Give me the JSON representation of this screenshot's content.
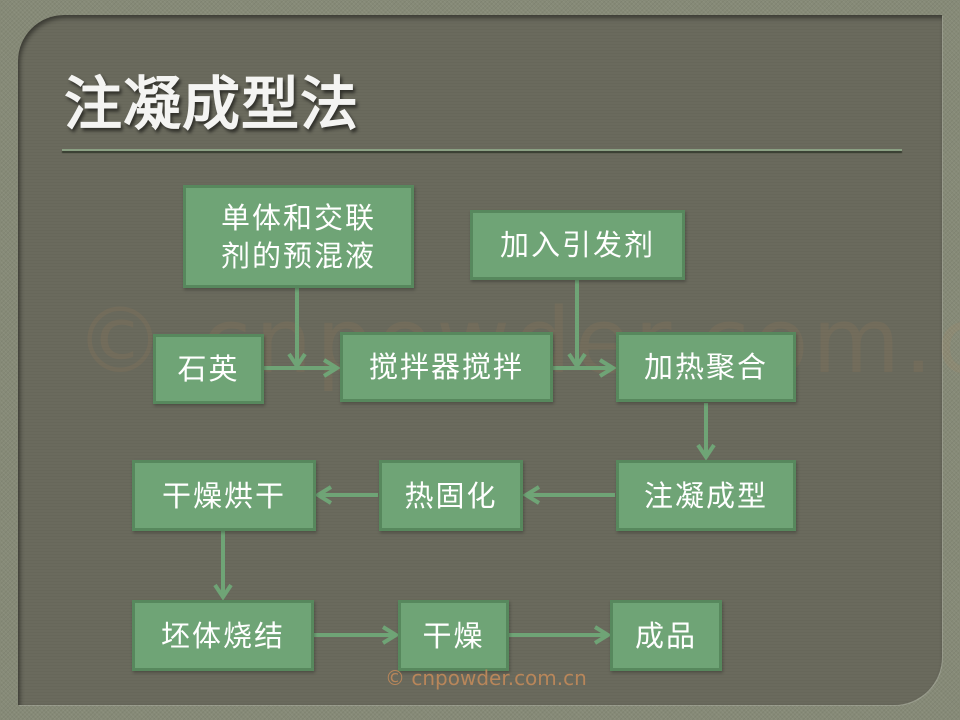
{
  "slide": {
    "title": "注凝成型法",
    "watermark_large": "© cnpowder.com.cn",
    "watermark_small": "© cnpowder.com.cn"
  },
  "colors": {
    "background": "#868a77",
    "panel": "#6a6a5d",
    "box_fill": "#6fa476",
    "box_border": "#57885d",
    "arrow": "#6fa476",
    "watermark": "#b8865a",
    "title_text": "#f4f4f2"
  },
  "flowchart": {
    "nodes": {
      "premix": {
        "label_line1": "单体和交联",
        "label_line2": "剂的预混液"
      },
      "initiator": {
        "label": "加入引发剂"
      },
      "quartz": {
        "label": "石英"
      },
      "stirring": {
        "label": "搅拌器搅拌"
      },
      "heat_polymerization": {
        "label": "加热聚合"
      },
      "gelcasting": {
        "label": "注凝成型"
      },
      "thermal_curing": {
        "label": "热固化"
      },
      "drying_baking": {
        "label": "干燥烘干"
      },
      "green_sintering": {
        "label": "坯体烧结"
      },
      "drying": {
        "label": "干燥"
      },
      "product": {
        "label": "成品"
      }
    },
    "edges": [
      {
        "from": "premix",
        "to": "stirring"
      },
      {
        "from": "quartz",
        "to": "stirring"
      },
      {
        "from": "stirring",
        "to": "heat_polymerization"
      },
      {
        "from": "initiator",
        "to": "heat_polymerization"
      },
      {
        "from": "heat_polymerization",
        "to": "gelcasting"
      },
      {
        "from": "gelcasting",
        "to": "thermal_curing"
      },
      {
        "from": "thermal_curing",
        "to": "drying_baking"
      },
      {
        "from": "drying_baking",
        "to": "green_sintering"
      },
      {
        "from": "green_sintering",
        "to": "drying"
      },
      {
        "from": "drying",
        "to": "product"
      }
    ]
  }
}
